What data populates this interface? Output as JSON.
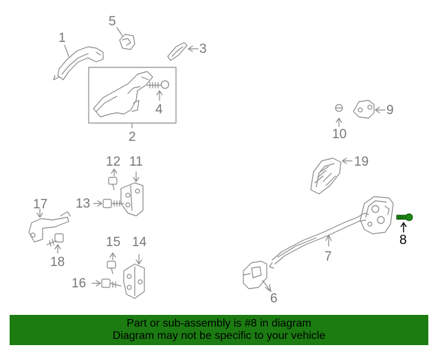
{
  "callouts": {
    "p1": "1",
    "p2": "2",
    "p3": "3",
    "p4": "4",
    "p5": "5",
    "p6": "6",
    "p7": "7",
    "p8": "8",
    "p9": "9",
    "p10": "10",
    "p11": "11",
    "p12": "12",
    "p13": "13",
    "p14": "14",
    "p15": "15",
    "p16": "16",
    "p17": "17",
    "p18": "18",
    "p19": "19"
  },
  "highlight_part": "8",
  "banner": {
    "line1": "Part or sub-assembly is #8 in diagram",
    "line2": "Diagram may not be specific to your vehicle"
  },
  "colors": {
    "line": "#888888",
    "highlight": "#1c8a12",
    "banner_bg": "#1c7c12",
    "label": "#777777"
  }
}
